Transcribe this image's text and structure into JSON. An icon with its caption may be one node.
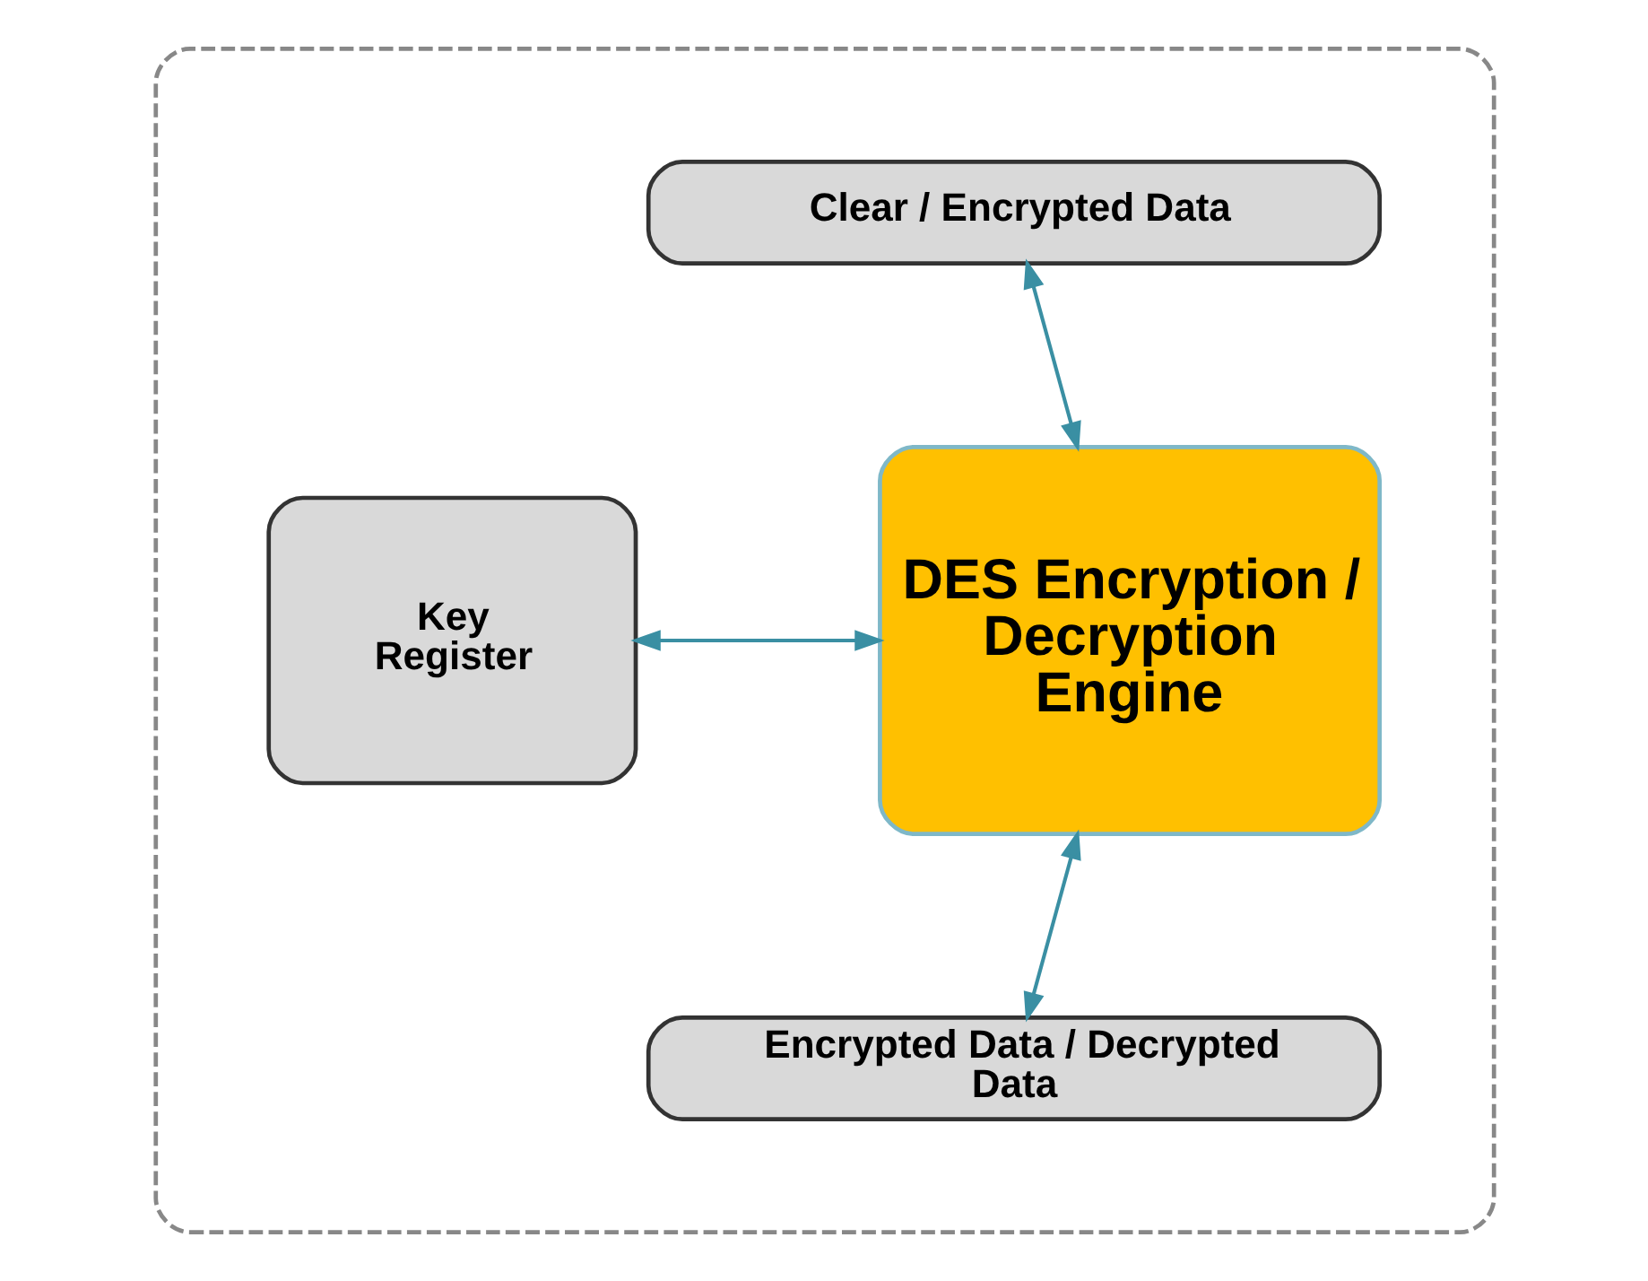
{
  "diagram": {
    "nodes": [
      {
        "text": [],
        "shape": "box"
      },
      {
        "text": [
          "Clear / Encrypted Data"
        ],
        "in": 0
      },
      {
        "text": [
          "DES Encryption / Decryption Engine"
        ],
        "in": 0
      },
      {
        "text": [
          "Key Register"
        ],
        "in": 0
      },
      {
        "text": [
          "Encrypted Data / Decrypted Data"
        ],
        "in": 0
      }
    ],
    "edges": [
      {
        "from": 1,
        "to": 2,
        "arrow": "both"
      },
      {
        "from": 3,
        "to": 2,
        "arrow": "both"
      },
      {
        "from": 2,
        "to": 4,
        "arrow": "both"
      }
    ]
  }
}
